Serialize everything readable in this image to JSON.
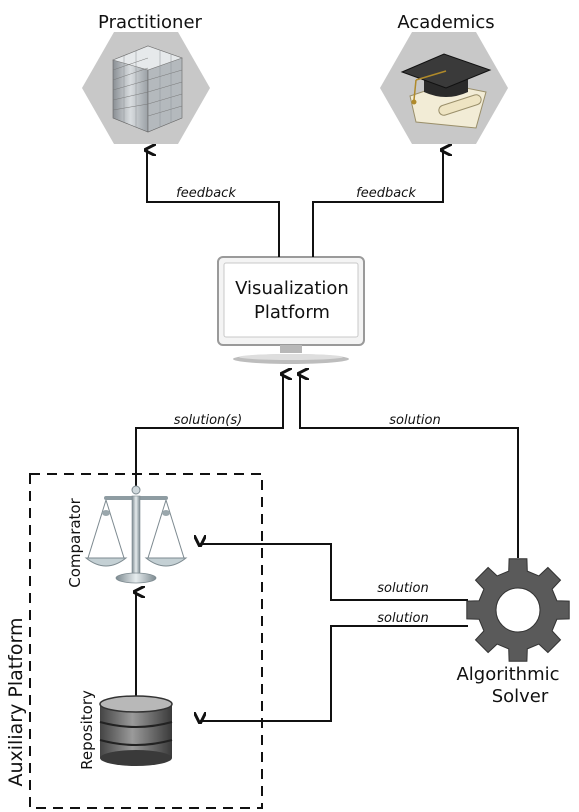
{
  "nodes": {
    "practitioner": {
      "label": "Practitioner",
      "icon": "office-building-icon"
    },
    "academics": {
      "label": "Academics",
      "icon": "graduation-cap-icon"
    },
    "visualization": {
      "line1": "Visualization",
      "line2": "Platform",
      "icon": "monitor-icon"
    },
    "comparator": {
      "label": "Comparator",
      "icon": "balance-scale-icon"
    },
    "repository": {
      "label": "Repository",
      "icon": "database-icon"
    },
    "solver": {
      "line1": "Algorithmic",
      "line2": "Solver",
      "icon": "gear-icon"
    }
  },
  "group": {
    "label": "Auxiliary Platform"
  },
  "edges": {
    "feedback_practitioner": "feedback",
    "feedback_academics": "feedback",
    "solutions_comparator": "solution(s)",
    "solution_solver_visual": "solution",
    "solution_solver_comparator": "solution",
    "solution_solver_repository": "solution"
  },
  "colors": {
    "hexagon": "#c8c8c8",
    "gear": "#5a5a5a",
    "line": "#111111"
  }
}
